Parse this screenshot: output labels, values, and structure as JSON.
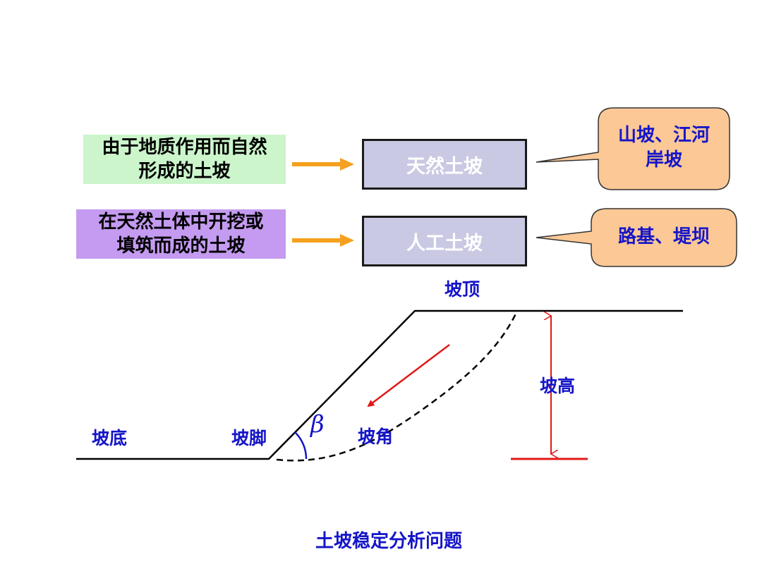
{
  "definitions": {
    "natural": {
      "line1": "由于地质作用而自然",
      "line2": "形成的土坡"
    },
    "artificial": {
      "line1": "在天然土体中开挖或",
      "line2": "填筑而成的土坡"
    }
  },
  "slope_types": {
    "natural": "天然土坡",
    "artificial": "人工土坡"
  },
  "examples": {
    "natural": {
      "line1": "山坡、江河",
      "line2": "岸坡"
    },
    "artificial": {
      "line1": "路基、堤坝"
    }
  },
  "slope_labels": {
    "crest": "坡顶",
    "height": "坡高",
    "base": "坡底",
    "toe": "坡脚",
    "angle": "坡角",
    "angle_symbol": "β"
  },
  "caption": "土坡稳定分析问题",
  "colors": {
    "arrow": "#f5a01e",
    "callout": "#fbc896",
    "label": "#1515c8",
    "red": "#e01818",
    "green_box": "#ccf5cc",
    "purple_box": "#c49bf0",
    "type_box": "#c9c9e3"
  }
}
